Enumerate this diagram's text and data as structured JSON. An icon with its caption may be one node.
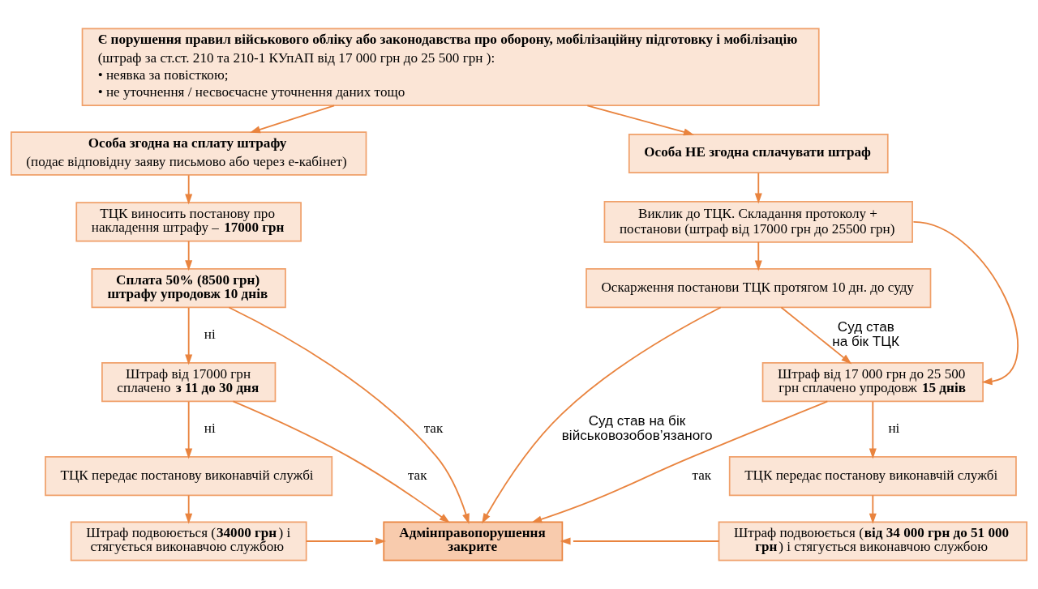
{
  "diagram": {
    "nodes": [
      {
        "text": [
          "Є порушення правил військового обліку або законодавства про оборону, мобілізаційну підготовку і мобілізацію",
          "(штраф за ст.ст. 210 та 210-1 КУпАП від 17 000 грн до 25 500 грн ):",
          "• неявка за повісткою;",
          "• не уточнення / несвоєчасне уточнення даних тощо"
        ]
      },
      {
        "text": [
          "Особа згодна на сплату штрафу",
          "(подає відповідну заяву письмово або через е-кабінет)"
        ]
      },
      {
        "text": [
          "Особа НЕ згодна сплачувати штраф"
        ]
      },
      {
        "text": [
          "ТЦК виносить постанову про накладення штрафу – **17000 грн**"
        ]
      },
      {
        "text": [
          "Виклик до ТЦК. Складання протоколу + постанови (штраф від 17000 грн до 25500 грн)"
        ]
      },
      {
        "text": [
          "Сплата 50% (8500 грн) штрафу упродовж 10 днів"
        ]
      },
      {
        "text": [
          "Оскарження постанови ТЦК протягом 10 дн. до суду"
        ]
      },
      {
        "text": [
          "Штраф від 17000 грн сплачено **з 11 до 30 дня**"
        ]
      },
      {
        "text": [
          "Штраф від 17 000 грн до 25 500 грн сплачено упродовж **15 днів**"
        ]
      },
      {
        "text": [
          "ТЦК передає постанову виконавчій службі"
        ]
      },
      {
        "text": [
          "ТЦК передає постанову виконавчій службі"
        ]
      },
      {
        "text": [
          "Штраф подвоюється (**34000 грн**) і стягується виконавчою службою"
        ]
      },
      {
        "text": [
          "Адмінправопорушення закрите"
        ]
      },
      {
        "text": [
          "Штраф подвоюється (**від 34 000 грн до 51 000 грн**) і стягується виконавчою службою"
        ]
      }
    ],
    "edges": [
      {
        "from": 0,
        "to": 1,
        "arrow": "to"
      },
      {
        "from": 0,
        "to": 2,
        "arrow": "to"
      },
      {
        "from": 1,
        "to": 3,
        "arrow": "to"
      },
      {
        "from": 2,
        "to": 4,
        "arrow": "to"
      },
      {
        "from": 3,
        "to": 5,
        "arrow": "to"
      },
      {
        "from": 4,
        "to": 6,
        "arrow": "to"
      },
      {
        "from": 4,
        "to": 8,
        "arrow": "to"
      },
      {
        "from": 5,
        "to": 7,
        "arrow": "to",
        "label": "ні"
      },
      {
        "from": 5,
        "to": 12,
        "arrow": "to",
        "label": "так"
      },
      {
        "from": 6,
        "to": 12,
        "arrow": "to",
        "label": "Суд став на бік військовозобов’язаного"
      },
      {
        "from": 6,
        "to": 8,
        "arrow": "to",
        "label": "Суд став на бік ТЦК"
      },
      {
        "from": 7,
        "to": 9,
        "arrow": "to",
        "label": "ні"
      },
      {
        "from": 7,
        "to": 12,
        "arrow": "to",
        "label": "так"
      },
      {
        "from": 8,
        "to": 12,
        "arrow": "to",
        "label": "так"
      },
      {
        "from": 8,
        "to": 10,
        "arrow": "to",
        "label": "ні"
      },
      {
        "from": 9,
        "to": 11,
        "arrow": "to"
      },
      {
        "from": 10,
        "to": 13,
        "arrow": "to"
      },
      {
        "from": 11,
        "to": 12,
        "arrow": "to"
      },
      {
        "from": 13,
        "to": 12,
        "arrow": "to"
      }
    ]
  }
}
